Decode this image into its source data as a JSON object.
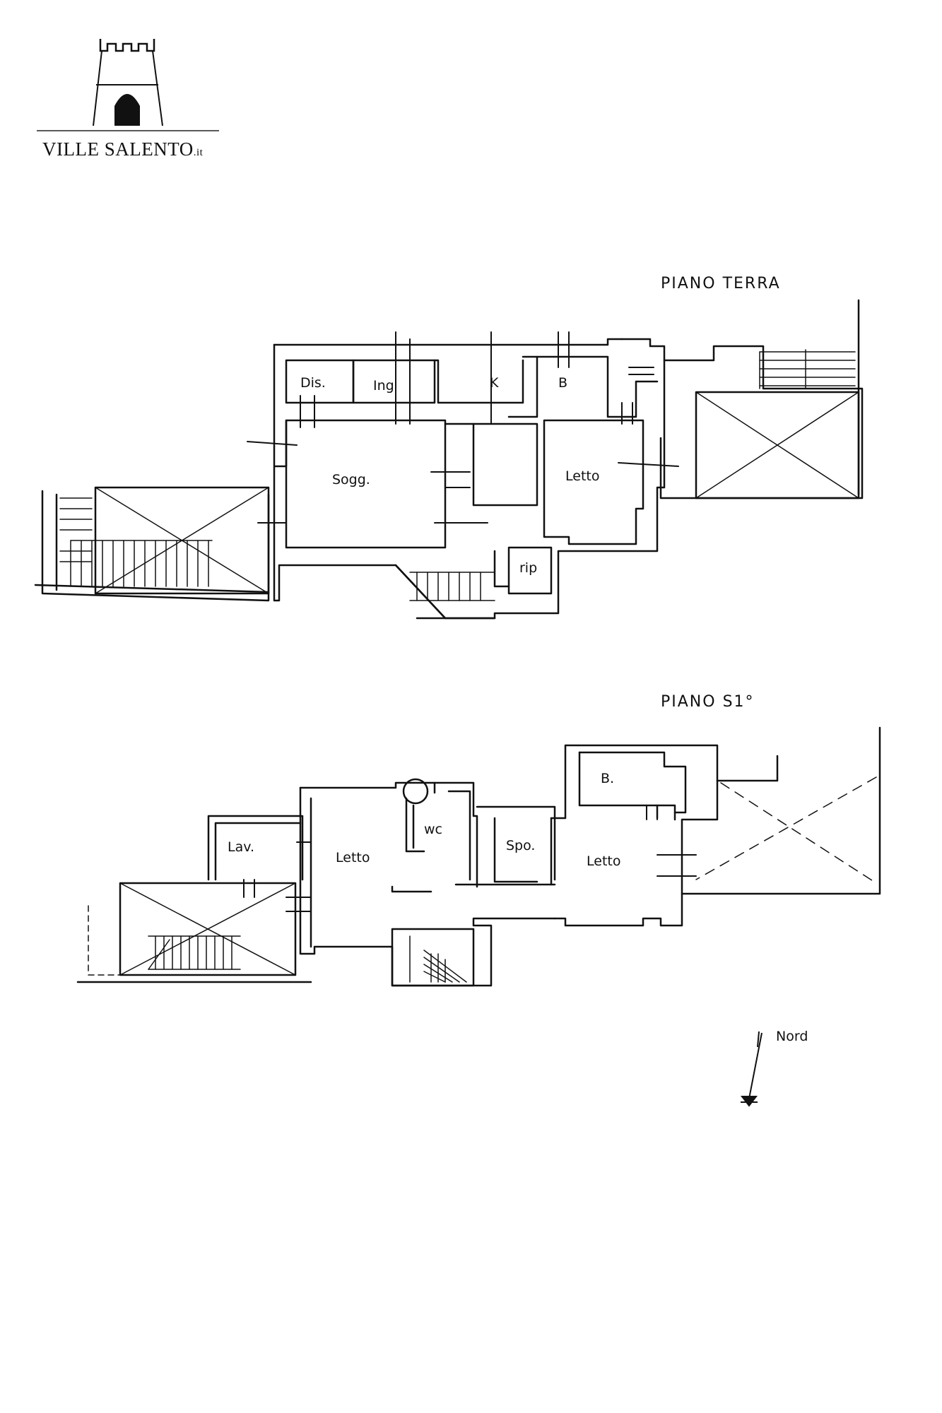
{
  "logo": {
    "brand_main": "VILLE SALENTO",
    "brand_suffix": ".it",
    "icon": "tower-icon"
  },
  "ground_floor": {
    "title": "PIANO TERRA",
    "rooms": {
      "dis": "Dis.",
      "ing": "Ing",
      "k": "K",
      "b": "B",
      "sogg": "Sogg.",
      "letto": "Letto",
      "rip": "rip"
    }
  },
  "first_floor": {
    "title": "PIANO S1°",
    "rooms": {
      "b": "B.",
      "wc": "wc",
      "lav": "Lav.",
      "letto_left": "Letto",
      "spo": "Spo.",
      "letto_right": "Letto"
    }
  },
  "north": {
    "label": "Nord",
    "icon": "north-arrow-icon"
  }
}
